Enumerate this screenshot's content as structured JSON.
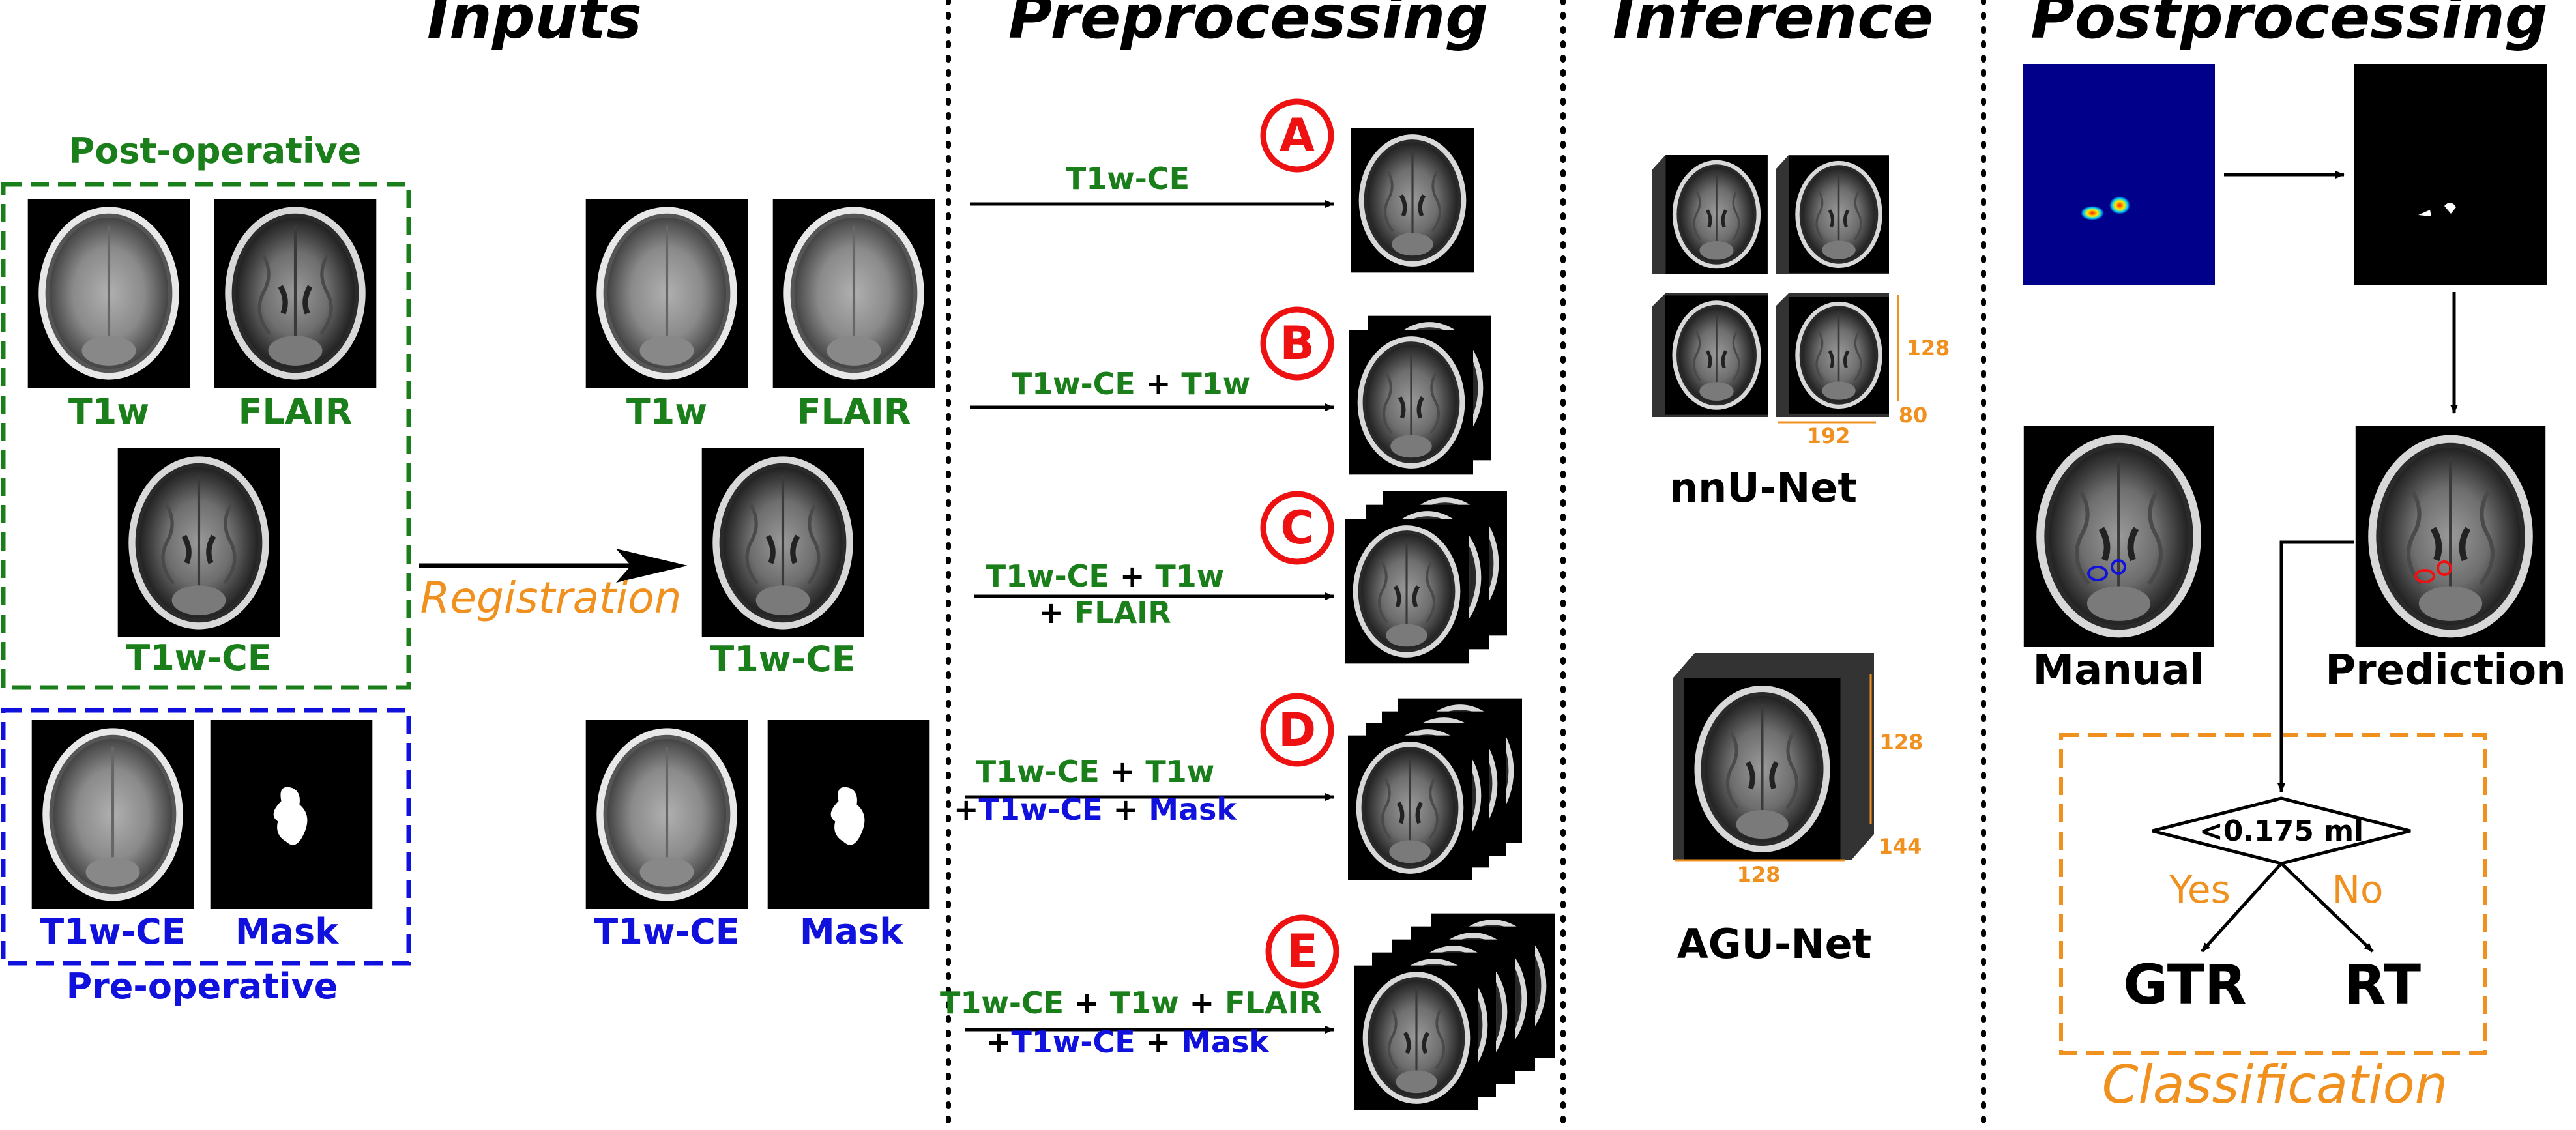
{
  "colors": {
    "green": "#1a7f1a",
    "blue": "#1111dd",
    "orange": "#f0901e",
    "red": "#ee1111",
    "black": "#000000",
    "heat_bg": "#00008b"
  },
  "sections": {
    "inputs": "Inputs",
    "preprocessing": "Preprocessing",
    "inference": "Inference",
    "postprocessing": "Postprocessing"
  },
  "inputs": {
    "post_operative": "Post-operative",
    "pre_operative": "Pre-operative",
    "t1w": "T1w",
    "flair": "FLAIR",
    "t1w_ce": "T1w-CE",
    "mask": "Mask",
    "registration": "Registration"
  },
  "preprocessing": {
    "A": {
      "letter": "A",
      "line1": "T1w-CE"
    },
    "B": {
      "letter": "B",
      "line1_g": "T1w-CE",
      "plus": "+",
      "line1_g2": "T1w"
    },
    "C": {
      "letter": "C",
      "line1_g": "T1w-CE",
      "plus": "+",
      "line1_g2": "T1w",
      "plus2": "+",
      "line2_g": "FLAIR"
    },
    "D": {
      "letter": "D",
      "line1_g": "T1w-CE",
      "plus": "+",
      "line1_g2": "T1w",
      "plus2": "+",
      "line2_b": "T1w-CE",
      "plus3": "+",
      "line2_b2": "Mask"
    },
    "E": {
      "letter": "E",
      "line1_g": "T1w-CE",
      "plus": "+",
      "line1_g2": "T1w",
      "plus_b": "+",
      "line1_g3": "FLAIR",
      "plus2": "+",
      "line2_b": "T1w-CE",
      "plus3": "+",
      "line2_b2": "Mask"
    }
  },
  "inference": {
    "nnunet": "nnU-Net",
    "agunet": "AGU-Net",
    "nn_dim_h": "128",
    "nn_dim_w": "192",
    "nn_dim_d": "80",
    "agu_dim_h": "128",
    "agu_dim_w": "128",
    "agu_dim_d": "144"
  },
  "postprocessing": {
    "manual": "Manual",
    "prediction": "Prediction",
    "threshold": "<0.175 ml",
    "yes": "Yes",
    "no": "No",
    "gtr": "GTR",
    "rt": "RT",
    "classification": "Classification"
  }
}
